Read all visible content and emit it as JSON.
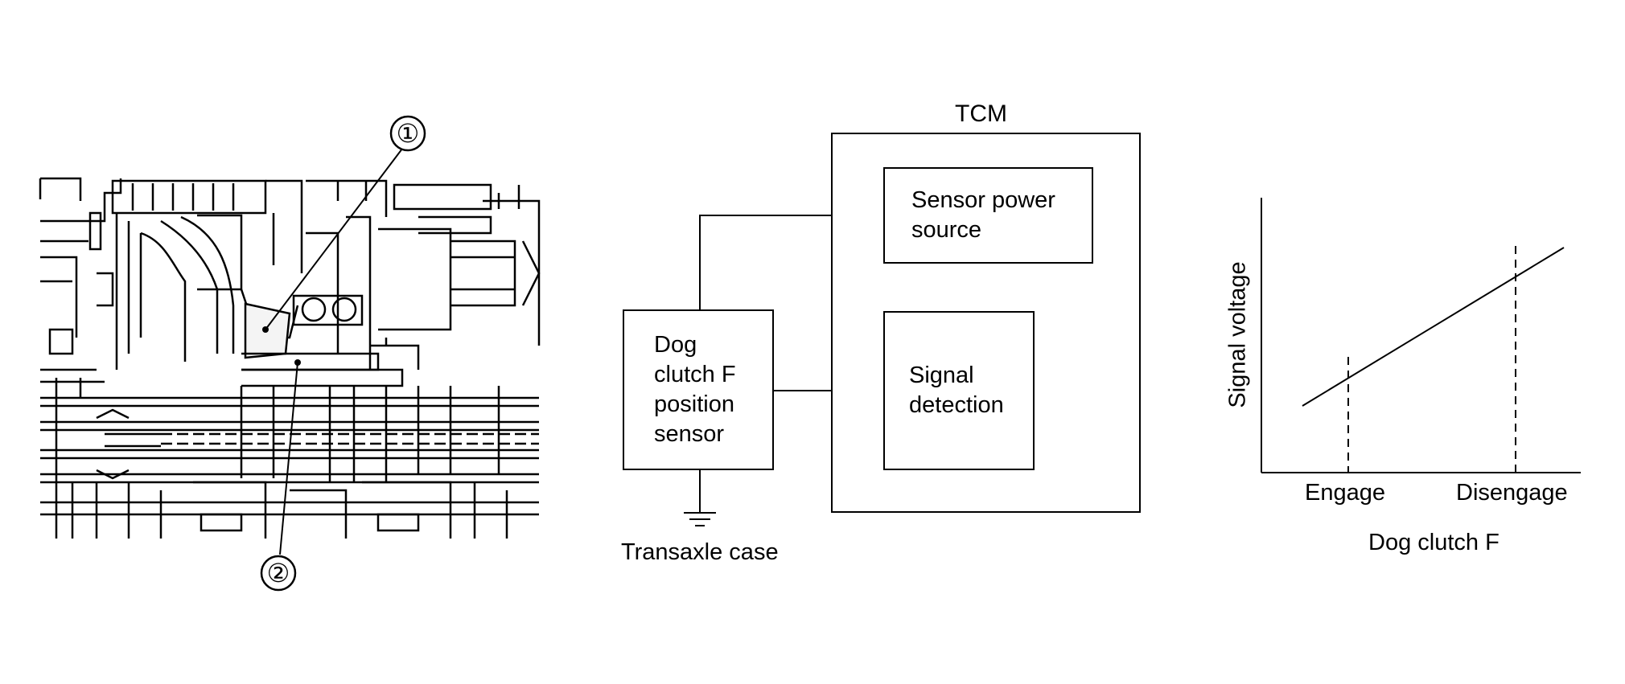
{
  "callouts": [
    "①",
    "②"
  ],
  "block_diagram": {
    "tcm_label": "TCM",
    "power_source": [
      "Sensor power",
      "source"
    ],
    "signal_detection": [
      "Signal",
      "detection"
    ],
    "sensor": [
      "Dog",
      "clutch F",
      "position",
      "sensor"
    ],
    "ground_label": "Transaxle case"
  },
  "graph": {
    "y_axis_label": "Signal voltage",
    "x_axis_label": "Dog clutch F",
    "x_markers": [
      "Engage",
      "Disengage"
    ]
  }
}
